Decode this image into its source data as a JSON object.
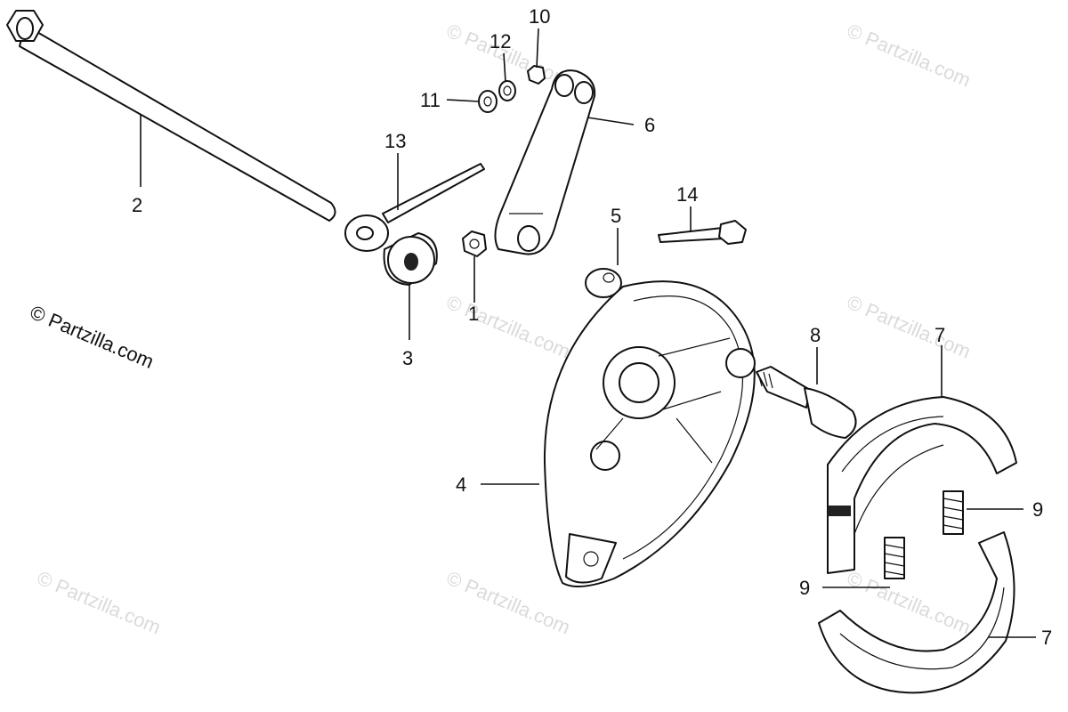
{
  "copyright": "© Partzilla.com",
  "watermark": "© Partzilla.com",
  "callouts": {
    "c1": "1",
    "c2": "2",
    "c3": "3",
    "c4": "4",
    "c5": "5",
    "c6": "6",
    "c7a": "7",
    "c7b": "7",
    "c8": "8",
    "c9a": "9",
    "c9b": "9",
    "c10": "10",
    "c11": "11",
    "c12": "12",
    "c13": "13",
    "c14": "14"
  }
}
